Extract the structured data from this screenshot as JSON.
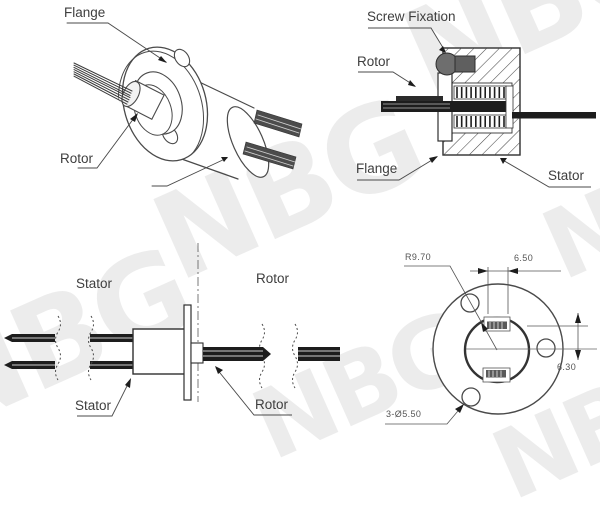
{
  "watermark": "NBG",
  "views": {
    "iso": {
      "labels": {
        "flange": "Flange",
        "rotor": "Rotor"
      }
    },
    "section": {
      "labels": {
        "screw_fixation": "Screw Fixation",
        "rotor": "Rotor",
        "flange": "Flange",
        "stator": "Stator"
      }
    },
    "side": {
      "labels": {
        "stator_top": "Stator",
        "rotor_top": "Rotor",
        "stator_bottom": "Stator",
        "rotor_bottom": "Rotor"
      }
    },
    "face": {
      "dimensions": {
        "radius": "R9.70",
        "top_width": "6.50",
        "right_height": "6.30",
        "holes": "3-Ø5.50"
      }
    }
  },
  "colors": {
    "background": "#ffffff",
    "line": "#4a4a4a",
    "dark_fill": "#1d1d1d",
    "screw_fill": "#6e6e6e",
    "watermark": "#ebebeb"
  }
}
